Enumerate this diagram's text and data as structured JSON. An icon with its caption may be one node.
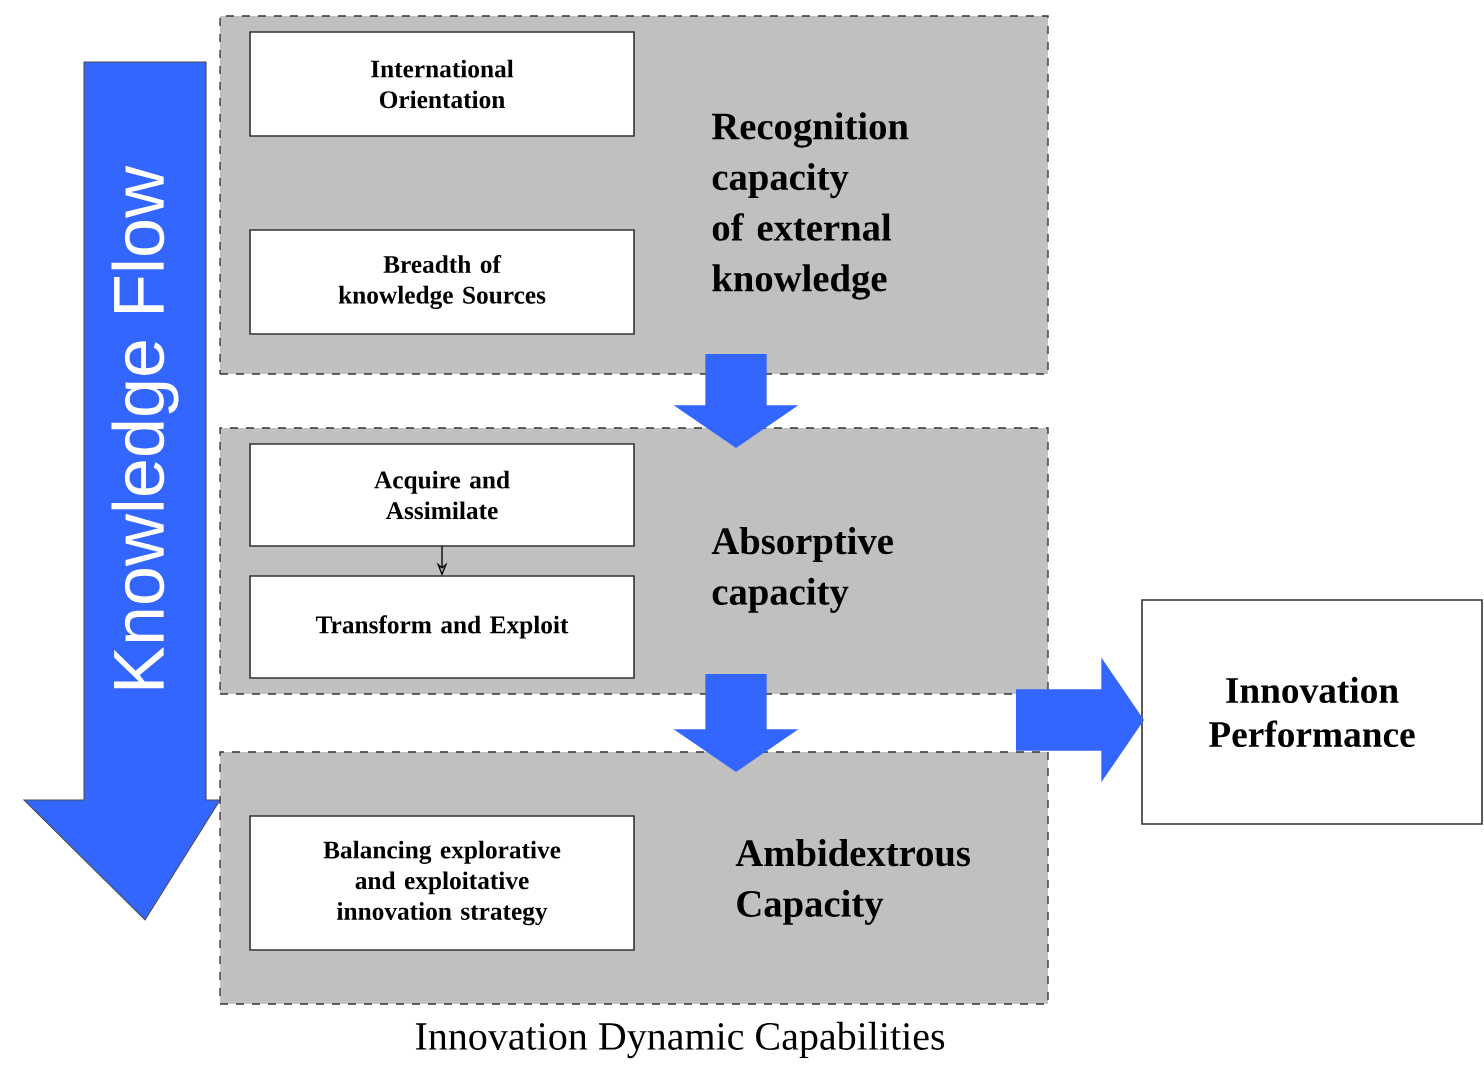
{
  "diagram": {
    "caption": "Innovation Dynamic Capabilities",
    "nodes": [
      {
        "text": [
          "Recognition capacity of external knowledge"
        ]
      },
      {
        "text": [
          "International Orientation"
        ],
        "in": 0
      },
      {
        "text": [
          "Breadth of knowledge Sources"
        ],
        "in": 0
      },
      {
        "text": [
          "Absorptive capacity"
        ]
      },
      {
        "text": [
          "Acquire and Assimilate"
        ],
        "in": 3
      },
      {
        "text": [
          "Transform and Exploit"
        ],
        "in": 3
      },
      {
        "text": [
          "Ambidextrous Capacity"
        ]
      },
      {
        "text": [
          "Balancing explorative and exploitative innovation strategy"
        ],
        "in": 6
      },
      {
        "text": [
          "Innovation Performance"
        ]
      },
      {
        "text": [
          "Knowledge Flow"
        ]
      }
    ],
    "edges": [
      {
        "from": 0,
        "to": 3,
        "arrow": "to"
      },
      {
        "from": 4,
        "to": 5,
        "arrow": "to",
        "color": "#000000"
      },
      {
        "from": 3,
        "to": 6,
        "arrow": "to"
      },
      {
        "from": null,
        "to": 8,
        "arrow": "to"
      }
    ]
  }
}
